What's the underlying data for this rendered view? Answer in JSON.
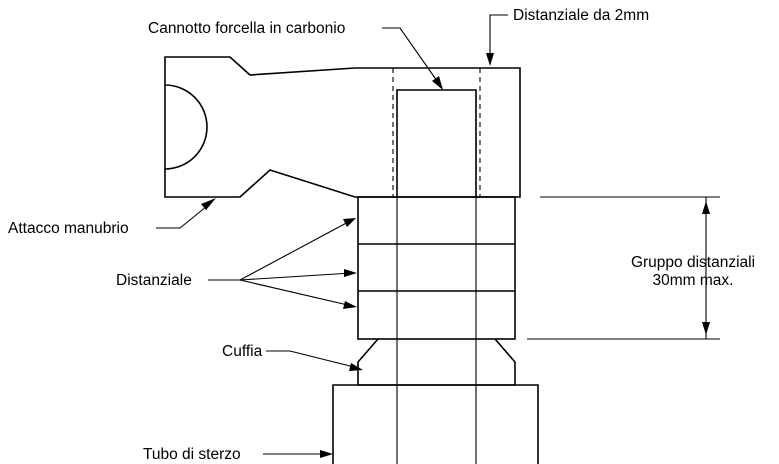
{
  "labels": {
    "carbon_steerer": "Cannotto forcella in carbonio",
    "spacer_2mm": "Distanziale da 2mm",
    "stem": "Attacco manubrio",
    "spacer": "Distanziale",
    "spacer_group_line1": "Gruppo distanziali",
    "spacer_group_line2": "30mm max.",
    "cap": "Cuffia",
    "steerer_tube": "Tubo di sterzo"
  }
}
